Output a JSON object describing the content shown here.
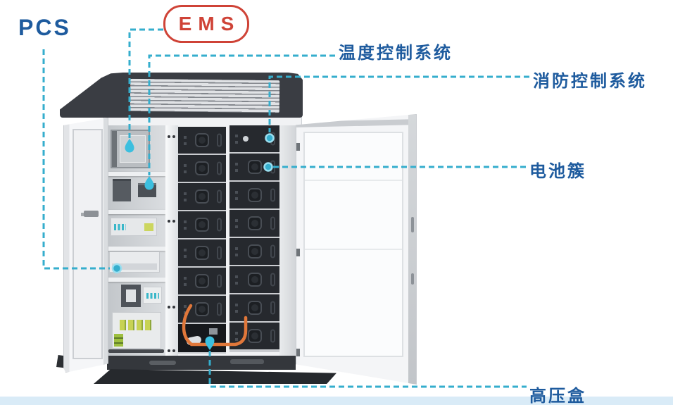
{
  "labels": {
    "pcs": "PCS",
    "ems": "EMS",
    "temperature_control": "温度控制系统",
    "fire_control": "消防控制系统",
    "battery_cluster": "电池簇",
    "high_voltage_box": "高压盒"
  },
  "cabinet": {
    "battery_columns": 2,
    "battery_modules_per_column": 8
  },
  "colors": {
    "label_blue": "#1e5b9e",
    "ems_red": "#cf4337",
    "connector_teal": "#35aecd",
    "cabinet_dark": "#3a3d43",
    "battery_module": "#26292e",
    "cable_orange": "#e0773a",
    "footer_strip": "#d9ebf7"
  }
}
